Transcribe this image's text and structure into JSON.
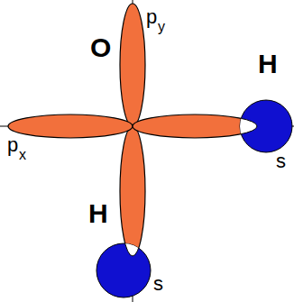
{
  "diagram": {
    "labels": [
      "O",
      "p",
      "y",
      "p",
      "x",
      "H",
      "s",
      "H",
      "s"
    ]
  }
}
